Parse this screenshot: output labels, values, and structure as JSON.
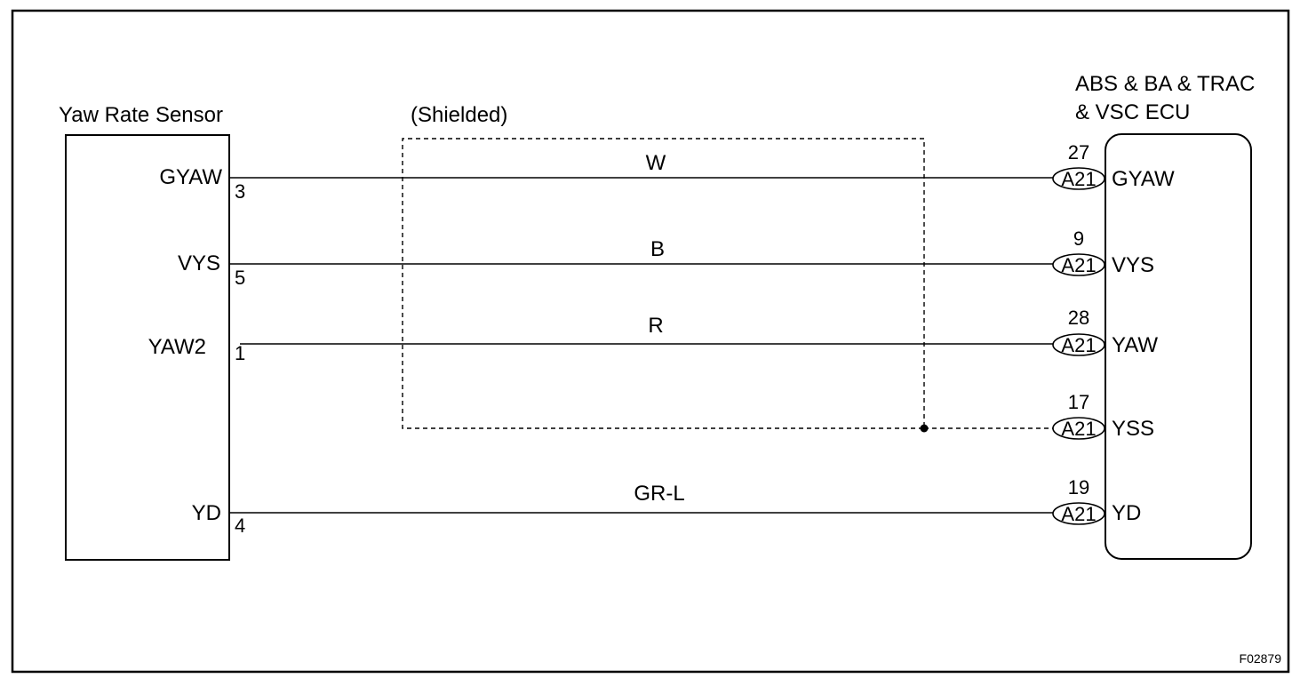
{
  "code": "F02879",
  "sensor": {
    "title": "Yaw Rate Sensor"
  },
  "shield": {
    "label": "(Shielded)"
  },
  "ecu": {
    "title_line1": "ABS & BA & TRAC",
    "title_line2": "& VSC ECU"
  },
  "connector_code": "A21",
  "wires": [
    {
      "sensor_terminal": "GYAW",
      "sensor_pin": "3",
      "color": "W",
      "ecu_pin": "27",
      "ecu_terminal": "GYAW"
    },
    {
      "sensor_terminal": "VYS",
      "sensor_pin": "5",
      "color": "B",
      "ecu_pin": "9",
      "ecu_terminal": "VYS"
    },
    {
      "sensor_terminal": "YAW2",
      "sensor_pin": "1",
      "color": "R",
      "ecu_pin": "28",
      "ecu_terminal": "YAW"
    },
    {
      "sensor_terminal": "",
      "sensor_pin": "",
      "color": "",
      "ecu_pin": "17",
      "ecu_terminal": "YSS"
    },
    {
      "sensor_terminal": "YD",
      "sensor_pin": "4",
      "color": "GR-L",
      "ecu_pin": "19",
      "ecu_terminal": "YD"
    }
  ]
}
